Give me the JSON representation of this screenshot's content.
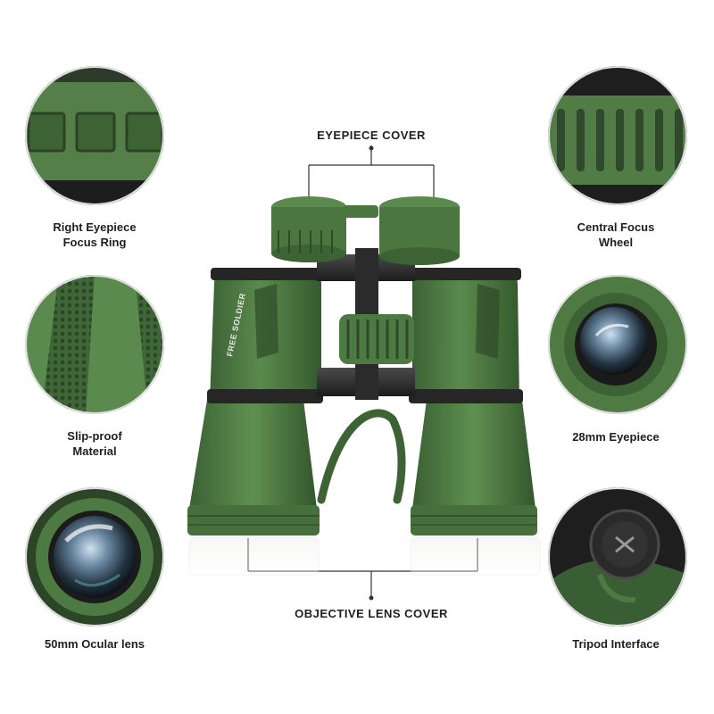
{
  "callouts": {
    "eyepiece_cover": "EYEPIECE COVER",
    "objective_lens_cover": "OBJECTIVE LENS COVER"
  },
  "features": {
    "right_eyepiece_focus_ring": "Right Eyepiece\nFocus Ring",
    "central_focus_wheel": "Central Focus\nWheel",
    "slip_proof_material": "Slip-proof\nMaterial",
    "eyepiece_28mm": "28mm Eyepiece",
    "ocular_lens_50mm": "50mm Ocular lens",
    "tripod_interface": "Tripod Interface"
  },
  "product": {
    "brand_print": "FREE SOLDIER",
    "body_color": "#4d7a43",
    "armor_dark": "#2f4a2a",
    "frame_color": "#2a2a2a"
  },
  "icons": [
    "eyepiece-ring-icon",
    "focus-wheel-icon",
    "texture-icon",
    "eyepiece-lens-icon",
    "objective-lens-icon",
    "tripod-cap-icon"
  ]
}
